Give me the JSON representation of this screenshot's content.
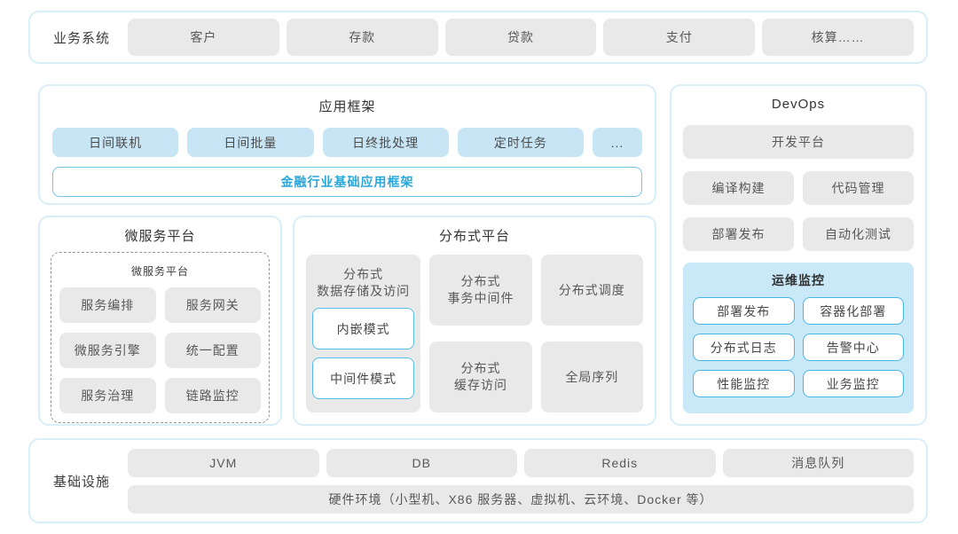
{
  "colors": {
    "section_border": "#d9eef8",
    "gray_box": "#e9e9e9",
    "blue_box": "#c7e5f4",
    "blue_border": "#49b6e5",
    "blue_text": "#29a7db",
    "monitor_panel": "#c9e9f8"
  },
  "business": {
    "label": "业务系统",
    "items": [
      "客户",
      "存款",
      "贷款",
      "支付",
      "核算……"
    ]
  },
  "app_framework": {
    "title": "应用框架",
    "items": [
      "日间联机",
      "日间批量",
      "日终批处理",
      "定时任务",
      "..."
    ],
    "base": "金融行业基础应用框架"
  },
  "devops": {
    "title": "DevOps",
    "platform": "开发平台",
    "items": [
      "编译构建",
      "代码管理",
      "部署发布",
      "自动化测试"
    ],
    "monitoring": {
      "title": "运维监控",
      "items": [
        "部署发布",
        "容器化部署",
        "分布式日志",
        "告警中心",
        "性能监控",
        "业务监控"
      ]
    }
  },
  "microservice": {
    "title": "微服务平台",
    "inner_title": "微服务平台",
    "items": [
      "服务编排",
      "服务网关",
      "微服务引擎",
      "统一配置",
      "服务治理",
      "链路监控"
    ]
  },
  "distributed": {
    "title": "分布式平台",
    "storage": {
      "line1": "分布式",
      "line2": "数据存储及访问",
      "modes": [
        "内嵌模式",
        "中间件模式"
      ]
    },
    "transaction": {
      "line1": "分布式",
      "line2": "事务中间件"
    },
    "cache": {
      "line1": "分布式",
      "line2": "缓存访问"
    },
    "scheduling": "分布式调度",
    "sequence": "全局序列"
  },
  "infrastructure": {
    "label": "基础设施",
    "items": [
      "JVM",
      "DB",
      "Redis",
      "消息队列"
    ],
    "hardware": "硬件环境（小型机、X86 服务器、虚拟机、云环境、Docker 等）"
  }
}
